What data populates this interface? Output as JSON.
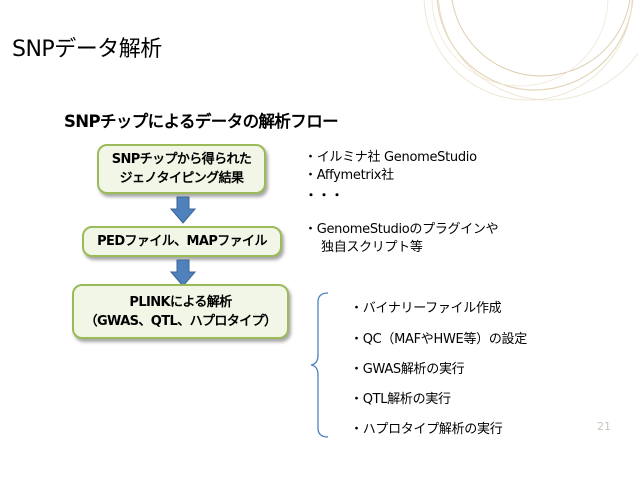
{
  "slide": {
    "title": "SNPデータ解析",
    "subtitle": "SNPチップによるデータの解析フロー",
    "page_number": "21"
  },
  "flow": {
    "box1": {
      "line1": "SNPチップから得られた",
      "line2": "ジェノタイピング結果"
    },
    "box2": {
      "line1": "PEDファイル、MAPファイル"
    },
    "box3": {
      "line1": "PLINKによる解析",
      "line2": "（GWAS、QTL、ハプロタイプ）"
    }
  },
  "notes": {
    "tools": [
      "・イルミナ社 GenomeStudio",
      "・Affymetrix社"
    ],
    "ellipsis": "・・・",
    "conversion": [
      "・GenomeStudioのプラグインや",
      "独自スクリプト等"
    ]
  },
  "steps": [
    "・バイナリーファイル作成",
    "・QC（MAFやHWE等）の設定",
    "・GWAS解析の実行",
    "・QTL解析の実行",
    "・ハプロタイプ解析の実行"
  ],
  "colors": {
    "box_border": "#9bbb59",
    "box_fill": "#f1f6e7",
    "arrow": "#4f81bd",
    "decoration": "#d9c9a6"
  }
}
